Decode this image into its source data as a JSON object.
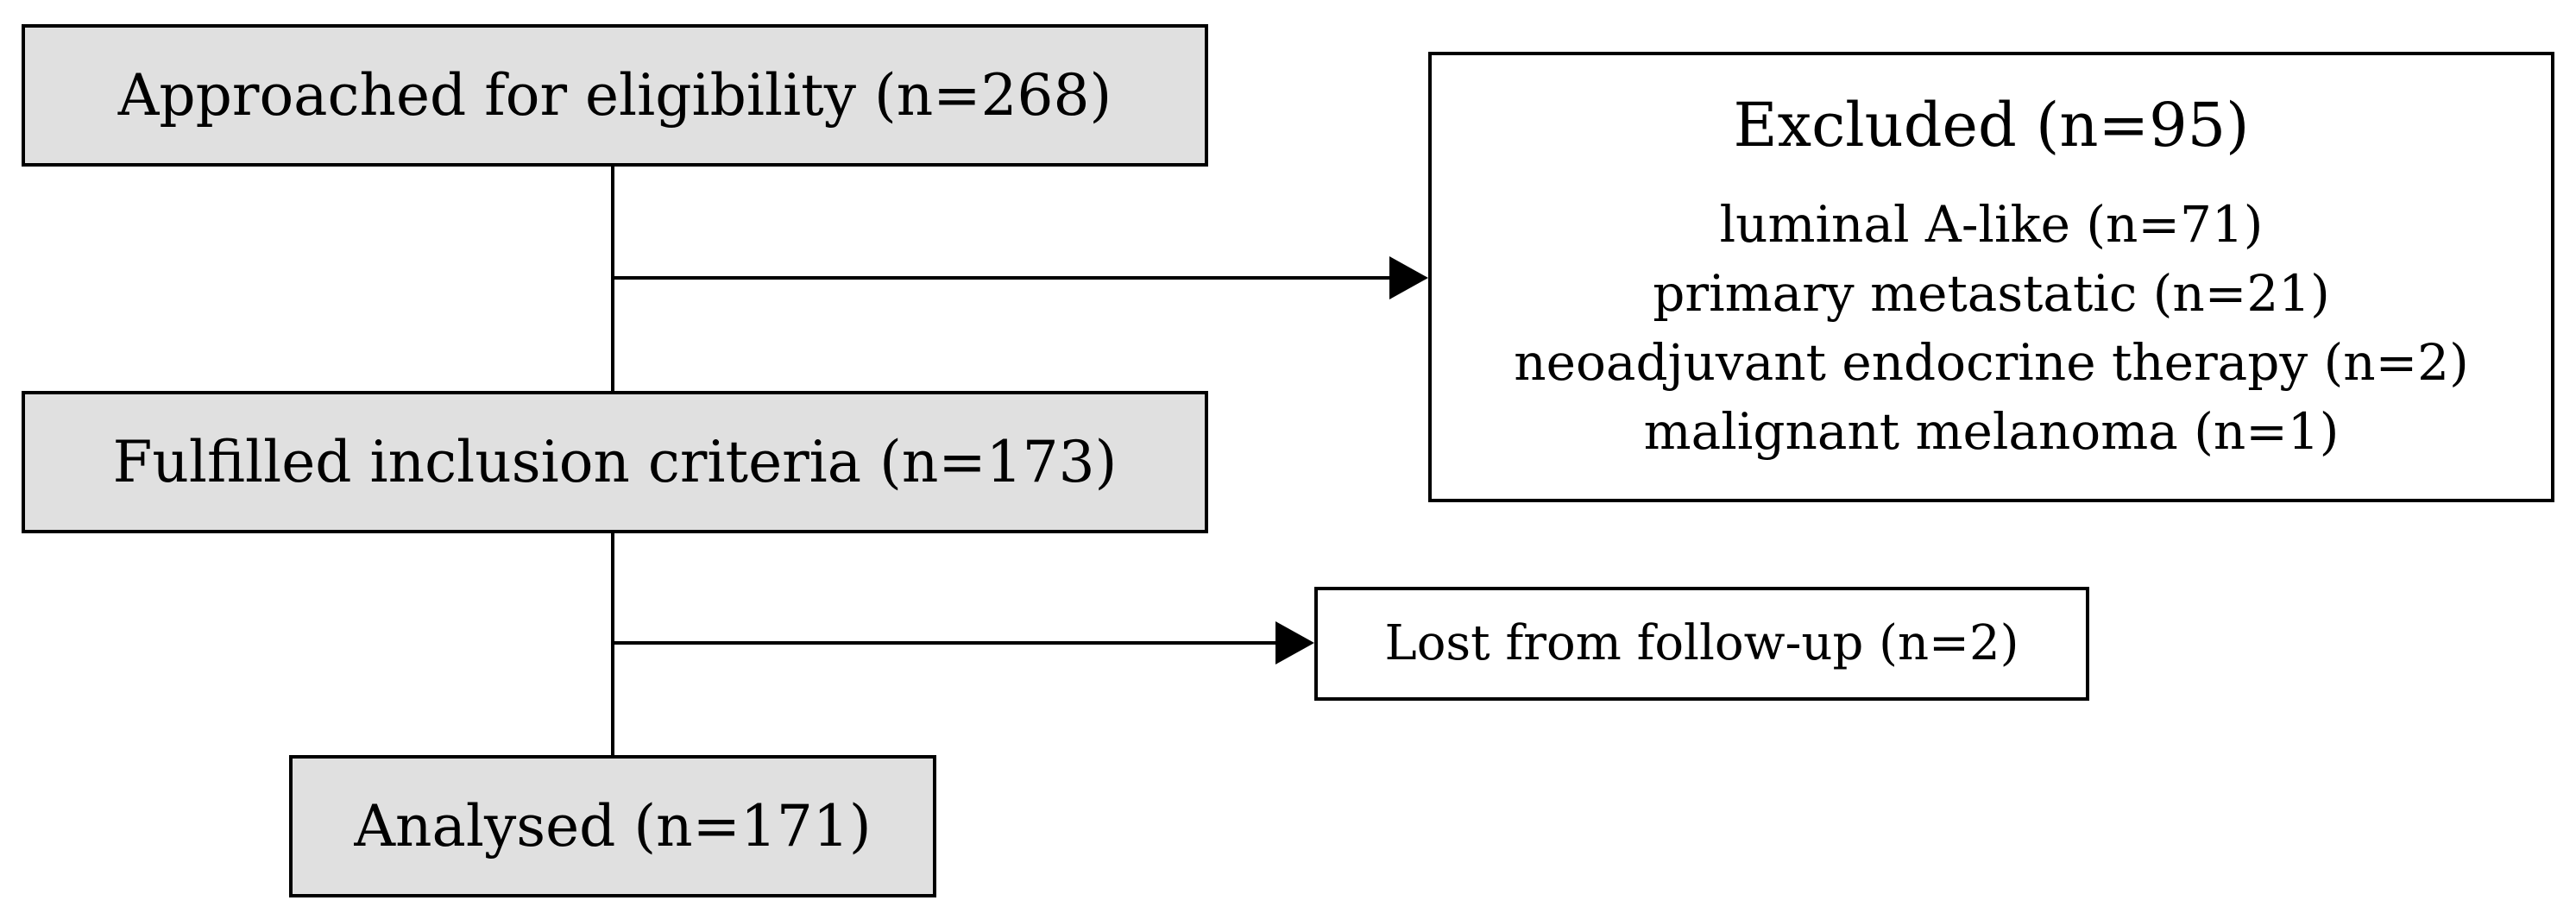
{
  "flowchart": {
    "approached_label": "Approached for eligibility (n=268)",
    "fulfilled_label": "Fulfilled inclusion criteria (n=173)",
    "analysed_label": "Analysed (n=171)",
    "lost_label": "Lost from follow-up (n=2)",
    "excluded": {
      "title": "Excluded (n=95)",
      "items": [
        "luminal A-like (n=71)",
        "primary metastatic (n=21)",
        "neoadjuvant endocrine therapy (n=2)",
        "malignant melanoma (n=1)"
      ]
    }
  },
  "colors": {
    "main_box_fill": "#e0e0e0",
    "side_box_fill": "#ffffff",
    "line": "#000000"
  }
}
